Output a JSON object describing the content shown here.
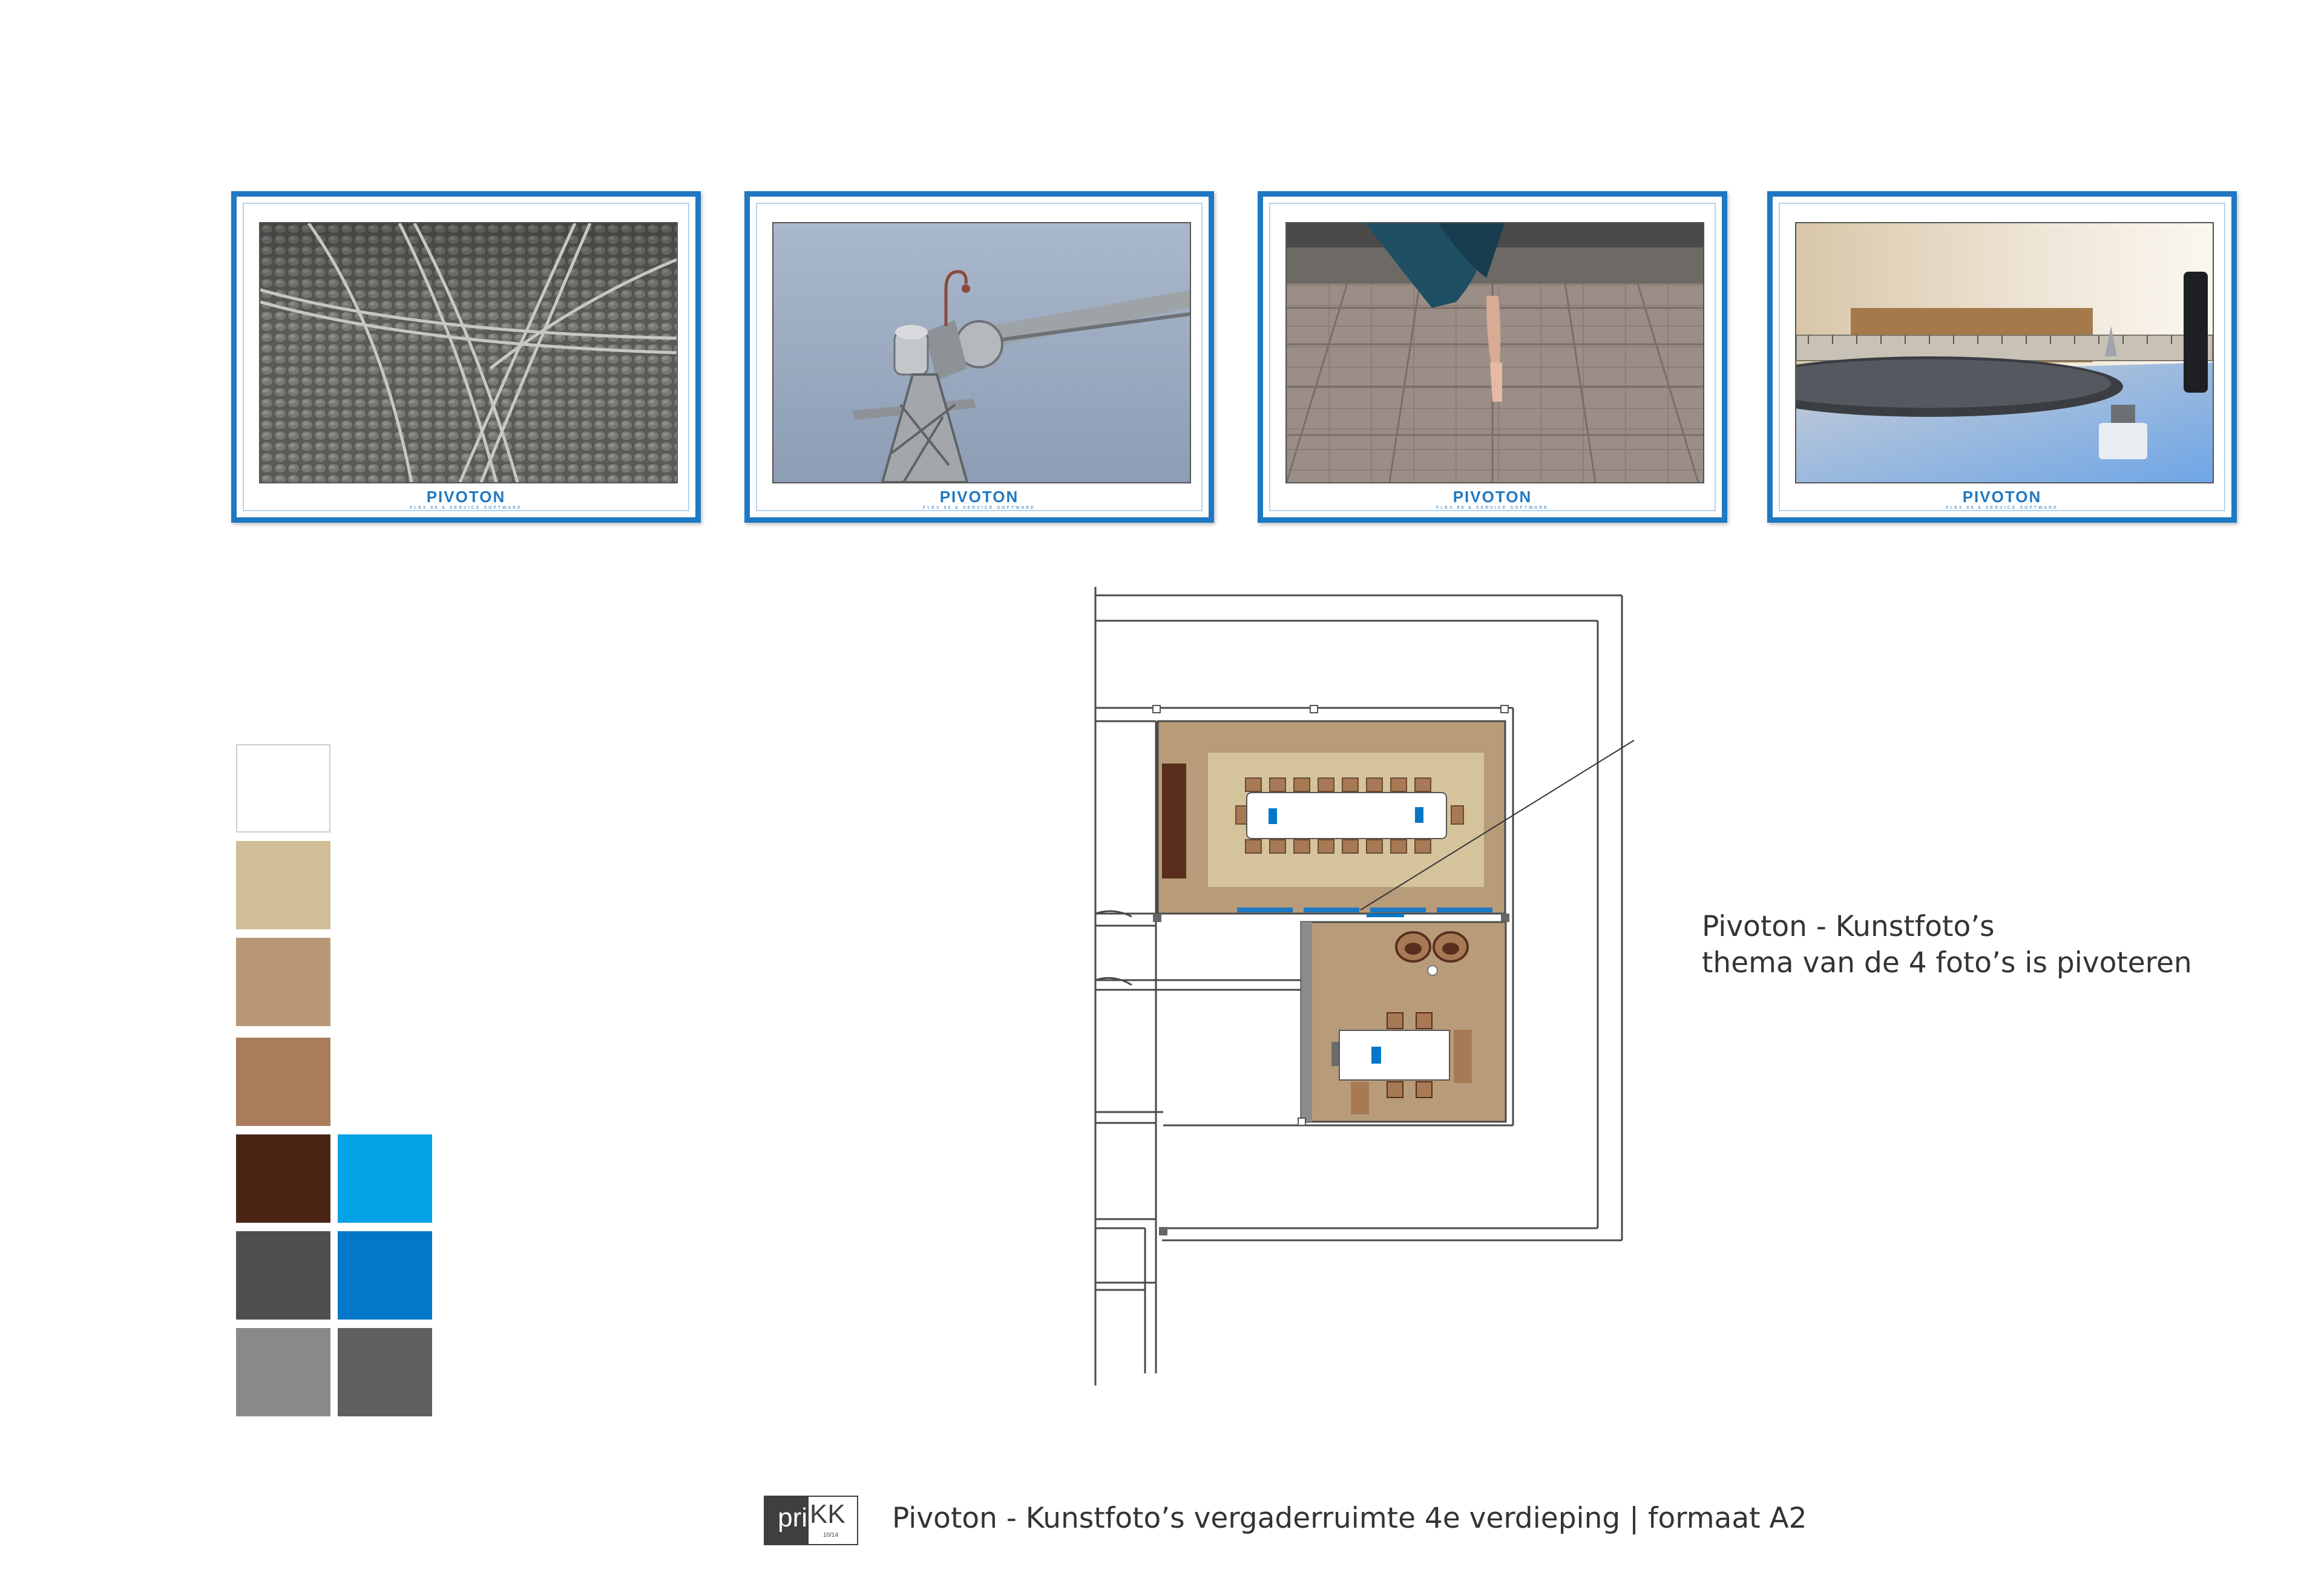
{
  "frames": [
    {
      "brand": "PIVOTON",
      "tagline": "FLEX 88 & SERVICE SOFTWARE",
      "photo": "cobblestone-tram-tracks"
    },
    {
      "brand": "PIVOTON",
      "tagline": "FLEX 88 & SERVICE SOFTWARE",
      "photo": "harbor-crane-detail"
    },
    {
      "brand": "PIVOTON",
      "tagline": "FLEX 88 & SERVICE SOFTWARE",
      "photo": "ballet-dancer-en-pointe"
    },
    {
      "brand": "PIVOTON",
      "tagline": "FLEX 88 & SERVICE SOFTWARE",
      "photo": "turntable-with-ruler"
    }
  ],
  "palette": [
    "#ffffff",
    "#cfbe96",
    "#b79776",
    "#a97c5c",
    "#4a2516",
    "#04a2e6",
    "#4e4e4c",
    "#0378c8",
    "#8a8988",
    "#5f5f5f"
  ],
  "note": {
    "line1": "Pivoton - Kunstfoto’s",
    "line2": "thema van de 4 foto’s is pivoteren"
  },
  "logo": {
    "left": "pri",
    "right": "KK",
    "small": "10/14"
  },
  "footer": "Pivoton - Kunstfoto’s vergaderruimte 4e verdieping  |  formaat A2"
}
